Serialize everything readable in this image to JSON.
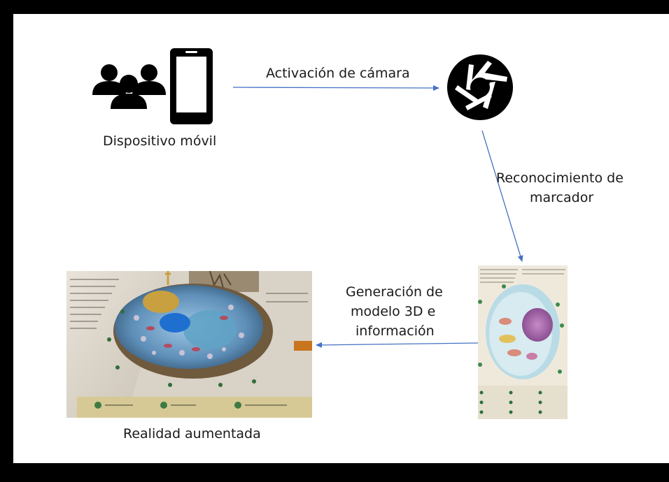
{
  "labels": {
    "device": "Dispositivo móvil",
    "camera_activation": "Activación de cámara",
    "marker_recognition_line1": "Reconocimiento de",
    "marker_recognition_line2": "marcador",
    "model_generation_line1": "Generación de",
    "model_generation_line2": "modelo 3D e",
    "model_generation_line3": "información",
    "augmented_reality": "Realidad aumentada"
  },
  "colors": {
    "arrow": "#4472c4",
    "icon": "#000000",
    "frame": "#000000"
  },
  "icons": [
    "users-icon",
    "smartphone-icon",
    "camera-aperture-icon"
  ],
  "images": [
    "augmented-reality-cell-photo",
    "textbook-cell-marker-photo"
  ]
}
